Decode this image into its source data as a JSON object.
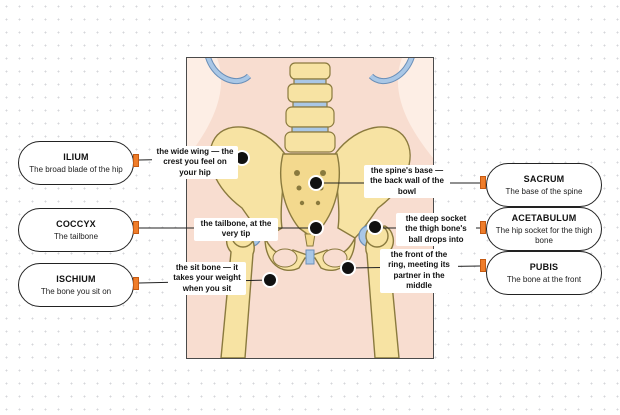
{
  "cards": {
    "ilium": {
      "title": "ILIUM",
      "desc": "The broad blade of the hip"
    },
    "coccyx": {
      "title": "COCCYX",
      "desc": "The tailbone"
    },
    "ischium": {
      "title": "ISCHIUM",
      "desc": "The bone you sit on"
    },
    "sacrum": {
      "title": "SACRUM",
      "desc": "The base of the spine"
    },
    "acetabulum": {
      "title": "ACETABULUM",
      "desc": "The hip socket for the thigh bone"
    },
    "pubis": {
      "title": "PUBIS",
      "desc": "The bone at the front"
    }
  },
  "notes": {
    "ilium": "the wide wing — the crest you feel on your hip",
    "sacrum": "the spine's base — the back wall of the bowl",
    "coccyx": "the tailbone, at the very tip",
    "acetabulum": "the deep socket the thigh bone's ball drops into",
    "pubis": "the front of the ring, meeting its partner in the middle",
    "ischium": "the sit bone — it takes your weight when you sit"
  },
  "colors": {
    "bone": "#f7e3a3",
    "bone_outline": "#8a7a3e",
    "cartilage": "#a9c7e6",
    "accent": "#ef7d2a",
    "panel_bg": "#fdeee5"
  }
}
